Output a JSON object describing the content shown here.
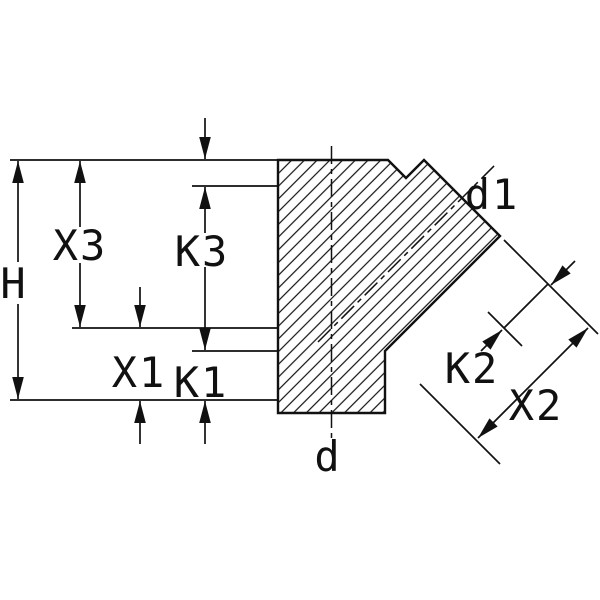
{
  "diagram": {
    "labels": {
      "H": "H",
      "X3": "X3",
      "K3": "K3",
      "X1": "X1",
      "K1": "K1",
      "d": "d",
      "d1": "d1",
      "K2": "K2",
      "X2": "X2"
    },
    "colors": {
      "line": "#111111",
      "background": "#ffffff"
    }
  }
}
